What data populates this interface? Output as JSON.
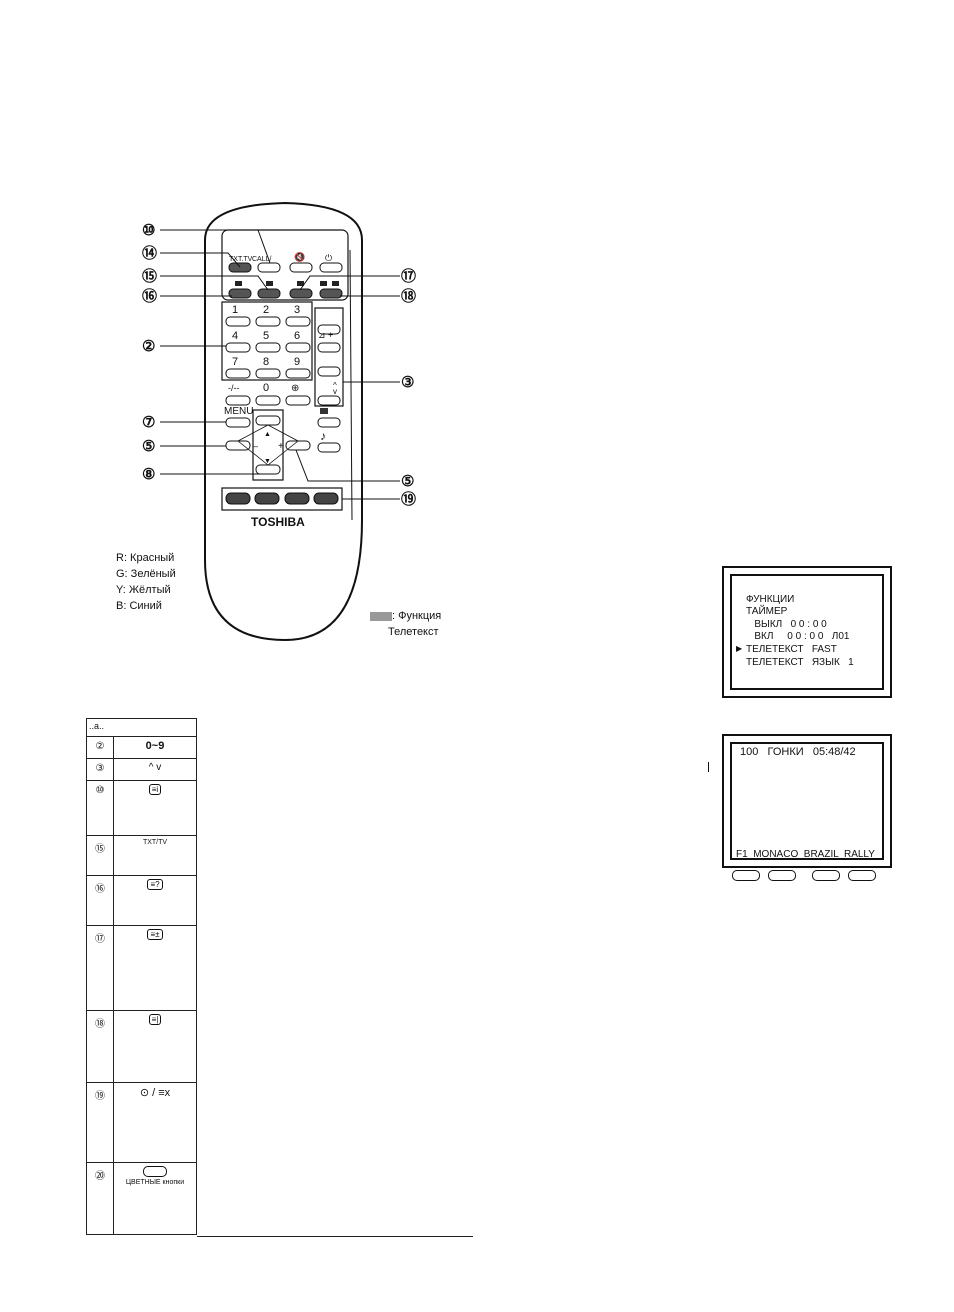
{
  "remote": {
    "brand": "TOSHIBA",
    "callouts": {
      "c10": "⑩",
      "c14": "⑭",
      "c15": "⑮",
      "c16": "⑯",
      "c17": "⑰",
      "c18": "⑱",
      "c2": "②",
      "c3": "③",
      "c7": "⑦",
      "c5a": "⑤",
      "c5b": "⑤",
      "c8": "⑧",
      "c19": "⑲"
    },
    "keys": {
      "txt_tv": "TXT.TV",
      "call": "CALL/",
      "mute": "🔇",
      "power": "⏻",
      "d1": "1",
      "d2": "2",
      "d3": "3",
      "d4": "4",
      "d5": "5",
      "d6": "6",
      "d7": "7",
      "d8": "8",
      "d9": "9",
      "d0": "0",
      "dash": "-/--",
      "menu": "MENU",
      "vol": "⊿ +",
      "up": "▲",
      "down": "▼",
      "minus": "–",
      "plus": "+",
      "note": "♪"
    }
  },
  "legend": {
    "r": "R: Красный",
    "g": "G: Зелёный",
    "y": "Y: Жёлтый",
    "b": "B: Синий"
  },
  "function_note": {
    "line1": ": Функция",
    "line2": "Телетекст"
  },
  "osd_menu": {
    "lines": [
      "ФУНКЦИИ",
      "ТАЙМЕР",
      "   ВЫКЛ   0 0 : 0 0",
      "   ВКЛ     0 0 : 0 0   Л01",
      "ТЕЛЕТЕКСТ   FAST",
      "ТЕЛЕТЕКСТ   ЯЗЫК   1"
    ],
    "pointer": "▶"
  },
  "osd_teletext": {
    "header": "100   ГОНКИ   05:48/42",
    "footer": "F1  MONACO  BRAZIL  RALLY"
  },
  "table": {
    "header": "..а..",
    "rows": [
      {
        "num": "②",
        "key": "0~9"
      },
      {
        "num": "③",
        "key": "^ v"
      },
      {
        "num": "⑩",
        "key": "≡i"
      },
      {
        "num": "⑮",
        "key": "TXT/TV"
      },
      {
        "num": "⑯",
        "key": "≡?"
      },
      {
        "num": "⑰",
        "key": "≡±"
      },
      {
        "num": "⑱",
        "key": "≡|"
      },
      {
        "num": "⑲",
        "key": "⊙ / ≡x"
      },
      {
        "num": "⑳",
        "key": "ЦВЕТНЫЕ кнопки"
      }
    ]
  },
  "colors": {
    "ink": "#111111",
    "paper": "#ffffff",
    "button_fill": "#555555"
  }
}
